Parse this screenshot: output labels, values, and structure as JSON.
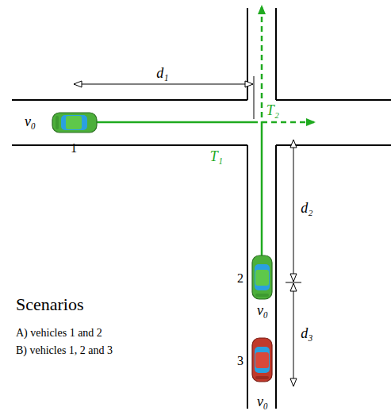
{
  "diagram": {
    "labels": [
      "d₁",
      "T₂",
      "v₀",
      "T₁",
      "1",
      "d₂",
      "2",
      "v₀",
      "d₃",
      "Scenarios",
      "A) vehicles 1 and 2",
      "B) vehicles 1, 2 and 3",
      "3",
      "v₀"
    ]
  }
}
